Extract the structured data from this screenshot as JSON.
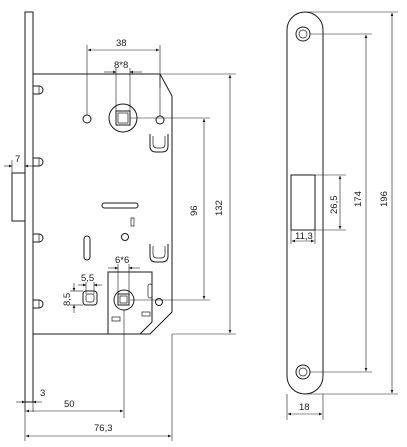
{
  "dimensions": {
    "top_width": "38",
    "square_top": "8*8",
    "side_7": "7",
    "height_132": "132",
    "height_96": "96",
    "square_bottom": "6*6",
    "small_5_5": "5,5",
    "small_8_5": "8,5",
    "plate_3": "3",
    "backset_50": "50",
    "width_76_3": "76,3",
    "bolt_26_5": "26,5",
    "bolt_11_3": "11,3",
    "strike_174": "174",
    "strike_196": "196",
    "strike_18": "18"
  }
}
